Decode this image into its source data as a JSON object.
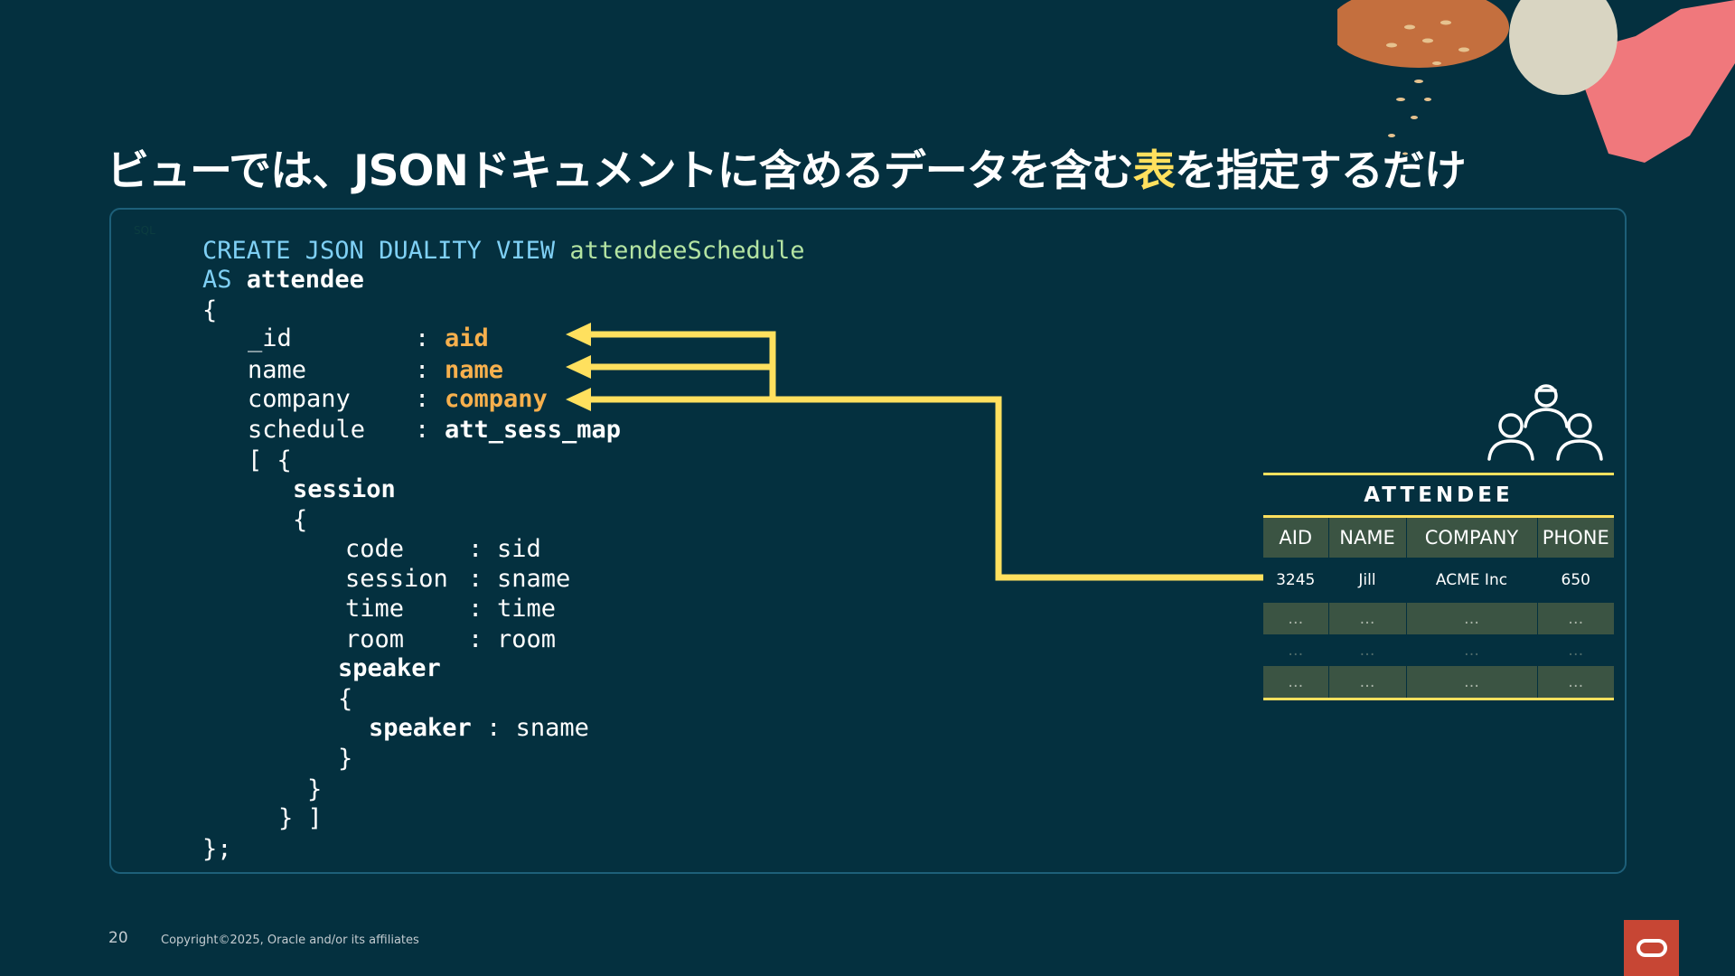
{
  "slide": {
    "title_before": "ビューでは、JSONドキュメントに含めるデータを含む",
    "title_highlight": "表",
    "title_after": "を指定するだけ",
    "code_tag": "SQL"
  },
  "code": {
    "line1_kw": "CREATE JSON DUALITY VIEW",
    "line1_name": "attendeeSchedule",
    "line2_kw": "AS",
    "line2_table": "attendee",
    "open_brace": "{",
    "fields": [
      {
        "key": "_id",
        "sep": ":",
        "value": "aid"
      },
      {
        "key": "name",
        "sep": ":",
        "value": "name"
      },
      {
        "key": "company",
        "sep": ":",
        "value": "company"
      },
      {
        "key": "schedule",
        "sep": ":",
        "value": "att_sess_map"
      }
    ],
    "array_open": "[ {",
    "session_table": "session",
    "session_open": "{",
    "session_fields": [
      {
        "key": "code",
        "sep": ":",
        "value": "sid"
      },
      {
        "key": "session",
        "sep": ":",
        "value": "sname"
      },
      {
        "key": "time",
        "sep": ":",
        "value": "time"
      },
      {
        "key": "room",
        "sep": ":",
        "value": "room"
      }
    ],
    "speaker_table": "speaker",
    "speaker_open": "{",
    "speaker_field_key": "speaker",
    "speaker_field_sep": ":",
    "speaker_field_value": "sname",
    "speaker_close": "}",
    "session_close": "}",
    "array_close": "} ]",
    "end": "};"
  },
  "table": {
    "title": "ATTENDEE",
    "columns": [
      "AID",
      "NAME",
      "COMPANY",
      "PHONE"
    ],
    "rows": [
      [
        "3245",
        "Jill",
        "ACME Inc",
        "650"
      ],
      [
        "…",
        "…",
        "…",
        "…"
      ],
      [
        "…",
        "…",
        "…",
        "…"
      ],
      [
        "…",
        "…",
        "…",
        "…"
      ]
    ]
  },
  "footer": {
    "page_number": "20",
    "copyright": "Copyright©2025, Oracle and/or its affiliates"
  },
  "colors": {
    "background": "#04303f",
    "highlight": "#ffe05e",
    "keyword": "#7fd0f5",
    "view_name": "#b4e4a2",
    "column_ref": "#f7b04d",
    "table_header": "#3b5443",
    "oracle_red": "#c74634"
  },
  "icons": [
    "people-group-icon",
    "oracle-logo-icon"
  ]
}
